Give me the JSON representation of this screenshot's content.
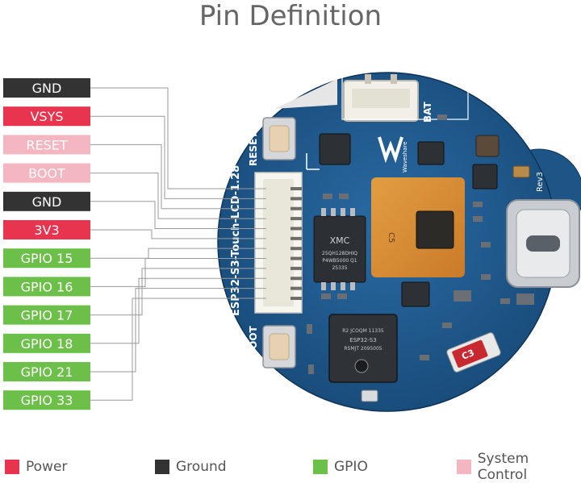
{
  "title": "Pin Definition",
  "pins": [
    {
      "label": "GND",
      "type": "ground"
    },
    {
      "label": "VSYS",
      "type": "power"
    },
    {
      "label": "RESET",
      "type": "system"
    },
    {
      "label": "BOOT",
      "type": "system"
    },
    {
      "label": "GND",
      "type": "ground"
    },
    {
      "label": "3V3",
      "type": "power"
    },
    {
      "label": "GPIO 15",
      "type": "gpio"
    },
    {
      "label": "GPIO 16",
      "type": "gpio"
    },
    {
      "label": "GPIO 17",
      "type": "gpio"
    },
    {
      "label": "GPIO 18",
      "type": "gpio"
    },
    {
      "label": "GPIO 21",
      "type": "gpio"
    },
    {
      "label": "GPIO 33",
      "type": "gpio"
    }
  ],
  "colors": {
    "ground": "#333333",
    "power": "#e8344e",
    "gpio": "#6cc04a",
    "system": "#f4b6c1",
    "board": "#1f5a8c"
  },
  "legend": [
    {
      "label": "Power",
      "type": "power"
    },
    {
      "label": "Ground",
      "type": "ground"
    },
    {
      "label": "GPIO",
      "type": "gpio"
    },
    {
      "label": "System Control",
      "type": "system"
    }
  ],
  "board": {
    "name": "ESP32-S3-Touch-LCD-1.28",
    "reset_label": "RESET",
    "boot_label": "BOOT",
    "bat_label": "BAT",
    "brand": "Waveshare",
    "rev": "Rev3",
    "flash_lines": [
      "XMC",
      "25QH128DHIQ",
      "P4WB5000 Q1",
      "25335"
    ],
    "chip_lines": [
      "ESP32-S3",
      "R2 JCOQM 11335",
      "RSMJT 2095005"
    ],
    "c3_label": "C3",
    "c5_label": "C5"
  }
}
